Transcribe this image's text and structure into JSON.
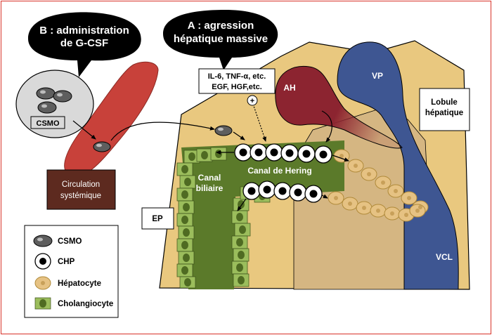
{
  "bubbles": {
    "b_line1": "B : administration",
    "b_line2": "de G-CSF",
    "a_line1": "A : agression",
    "a_line2": "hépatique massive"
  },
  "cytokines": {
    "line1": "IL-6, TNF-α, etc.",
    "line2": "EGF, HGF,etc.",
    "plus": "+"
  },
  "labels": {
    "csmo_box": "CSMO",
    "circulation_line1": "Circulation",
    "circulation_line2": "systémique",
    "ah": "AH",
    "vp": "VP",
    "lobule_line1": "Lobule",
    "lobule_line2": "hépatique",
    "canal_hering": "Canal de Hering",
    "canal_biliaire_line1": "Canal",
    "canal_biliaire_line2": "biliaire",
    "ep": "EP",
    "vcl": "VCL"
  },
  "legend": {
    "items": [
      {
        "icon": "csmo-cell-icon",
        "label": "CSMO"
      },
      {
        "icon": "chp-cell-icon",
        "label": "CHP"
      },
      {
        "icon": "hepatocyte-cell-icon",
        "label": "Hépatocyte"
      },
      {
        "icon": "cholangiocyte-cell-icon",
        "label": "Cholangiocyte"
      }
    ]
  },
  "colors": {
    "frame": "#d9342b",
    "lobule_tissue": "#e9c87f",
    "lobule_shade": "#d5b682",
    "vein": "#3e5692",
    "artery": "#8c2430",
    "blood_vessel": "#c8413a",
    "canal": "#5b7a2a",
    "cholangiocyte": "#9bbd5c",
    "hepatocyte": "#e6c283",
    "csmo": "#5e5e5e",
    "circulation_box": "#5d2a1f",
    "bubble": "#000000"
  }
}
